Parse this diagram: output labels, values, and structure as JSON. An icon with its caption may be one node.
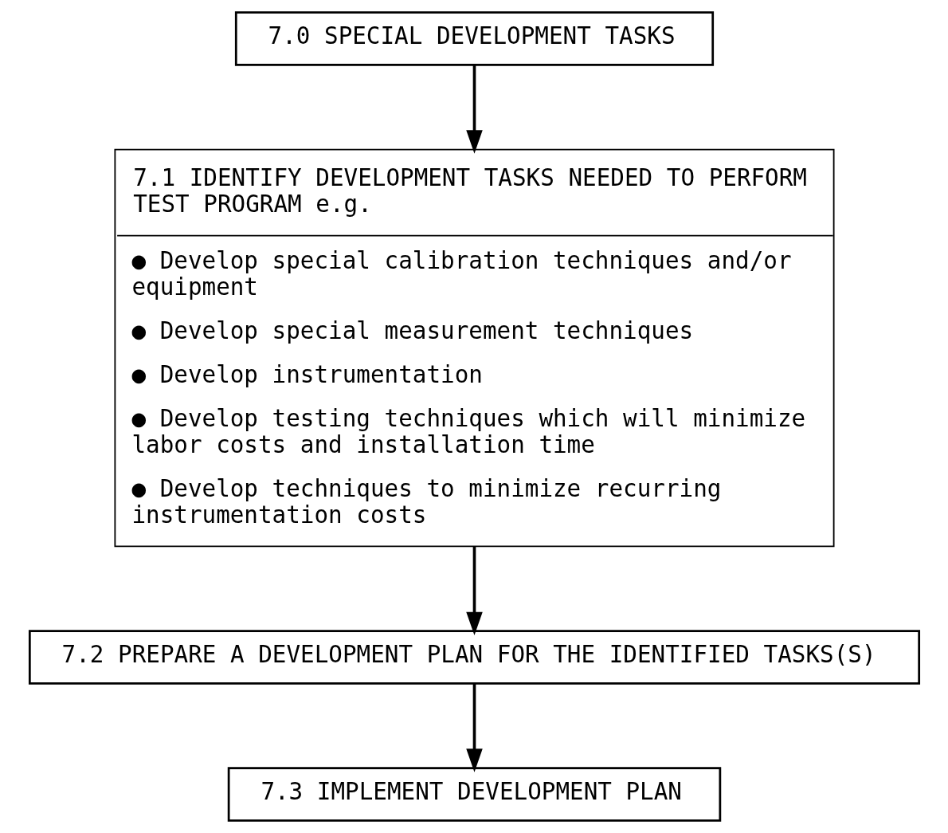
{
  "diagram": {
    "nodes": [
      {
        "text": [
          "7.0 SPECIAL DEVELOPMENT TASKS"
        ]
      },
      {
        "text": [
          "7.1 IDENTIFY DEVELOPMENT TASKS NEEDED TO PERFORM TEST PROGRAM e.g.",
          "● Develop special calibration techniques and/or equipment",
          "● Develop special measurement techniques",
          "● Develop instrumentation",
          "● Develop testing techniques which will minimize labor costs and installation time",
          "● Develop techniques to minimize recurring instrumentation costs"
        ]
      },
      {
        "text": [
          "7.2 PREPARE A DEVELOPMENT PLAN FOR THE IDENTIFIED TASKS(S)"
        ]
      },
      {
        "text": [
          "7.3 IMPLEMENT DEVELOPMENT PLAN"
        ]
      }
    ],
    "edges": [
      {
        "from": 0,
        "to": 1,
        "arrow": "to"
      },
      {
        "from": 1,
        "to": 2,
        "arrow": "to"
      },
      {
        "from": 2,
        "to": 3,
        "arrow": "to"
      }
    ]
  }
}
